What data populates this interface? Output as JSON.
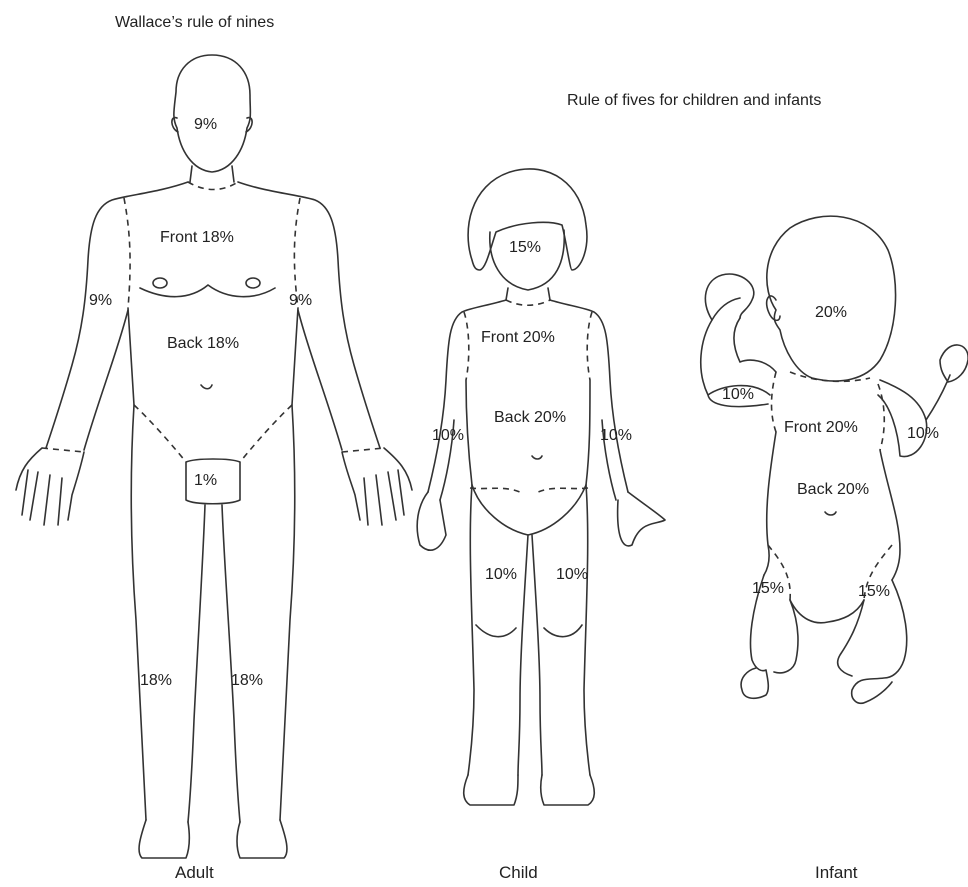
{
  "titles": {
    "adult_rule": "Wallace’s rule of nines",
    "children_rule": "Rule of fives for children and infants"
  },
  "adult": {
    "caption": "Adult",
    "head": "9%",
    "front": "Front 18%",
    "back": "Back 18%",
    "arm_left": "9%",
    "arm_right": "9%",
    "genitals": "1%",
    "leg_left": "18%",
    "leg_right": "18%"
  },
  "child": {
    "caption": "Child",
    "head": "15%",
    "front": "Front 20%",
    "back": "Back 20%",
    "arm_left": "10%",
    "arm_right": "10%",
    "leg_left": "10%",
    "leg_right": "10%"
  },
  "infant": {
    "caption": "Infant",
    "head": "20%",
    "front": "Front 20%",
    "back": "Back 20%",
    "arm_left": "10%",
    "arm_right": "10%",
    "leg_left": "15%",
    "leg_right": "15%"
  }
}
